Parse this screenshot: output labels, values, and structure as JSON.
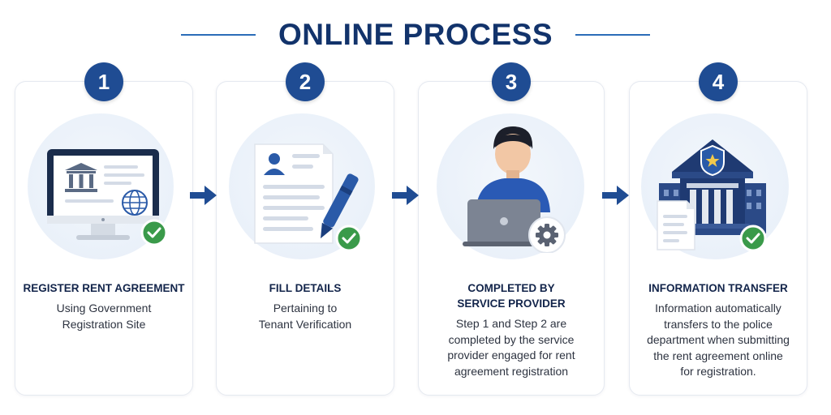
{
  "title": "ONLINE PROCESS",
  "steps": [
    {
      "number": "1",
      "heading": "REGISTER RENT AGREEMENT",
      "description": "Using Government\nRegistration Site",
      "icon": "computer-government-site-icon"
    },
    {
      "number": "2",
      "heading": "FILL DETAILS",
      "description": "Pertaining to\nTenant Verification",
      "icon": "document-pen-icon"
    },
    {
      "number": "3",
      "heading": "COMPLETED BY\nSERVICE PROVIDER",
      "description": "Step 1 and Step 2 are\ncompleted by the service\nprovider engaged for rent\nagreement registration",
      "icon": "person-laptop-gear-icon"
    },
    {
      "number": "4",
      "heading": "INFORMATION TRANSFER",
      "description": "Information automatically\ntransfers to the police\ndepartment when submitting\nthe rent agreement online\nfor registration.",
      "icon": "police-building-icon"
    }
  ],
  "colors": {
    "primary": "#1f4c93",
    "title": "#12336b",
    "check": "#3a9a4a"
  }
}
